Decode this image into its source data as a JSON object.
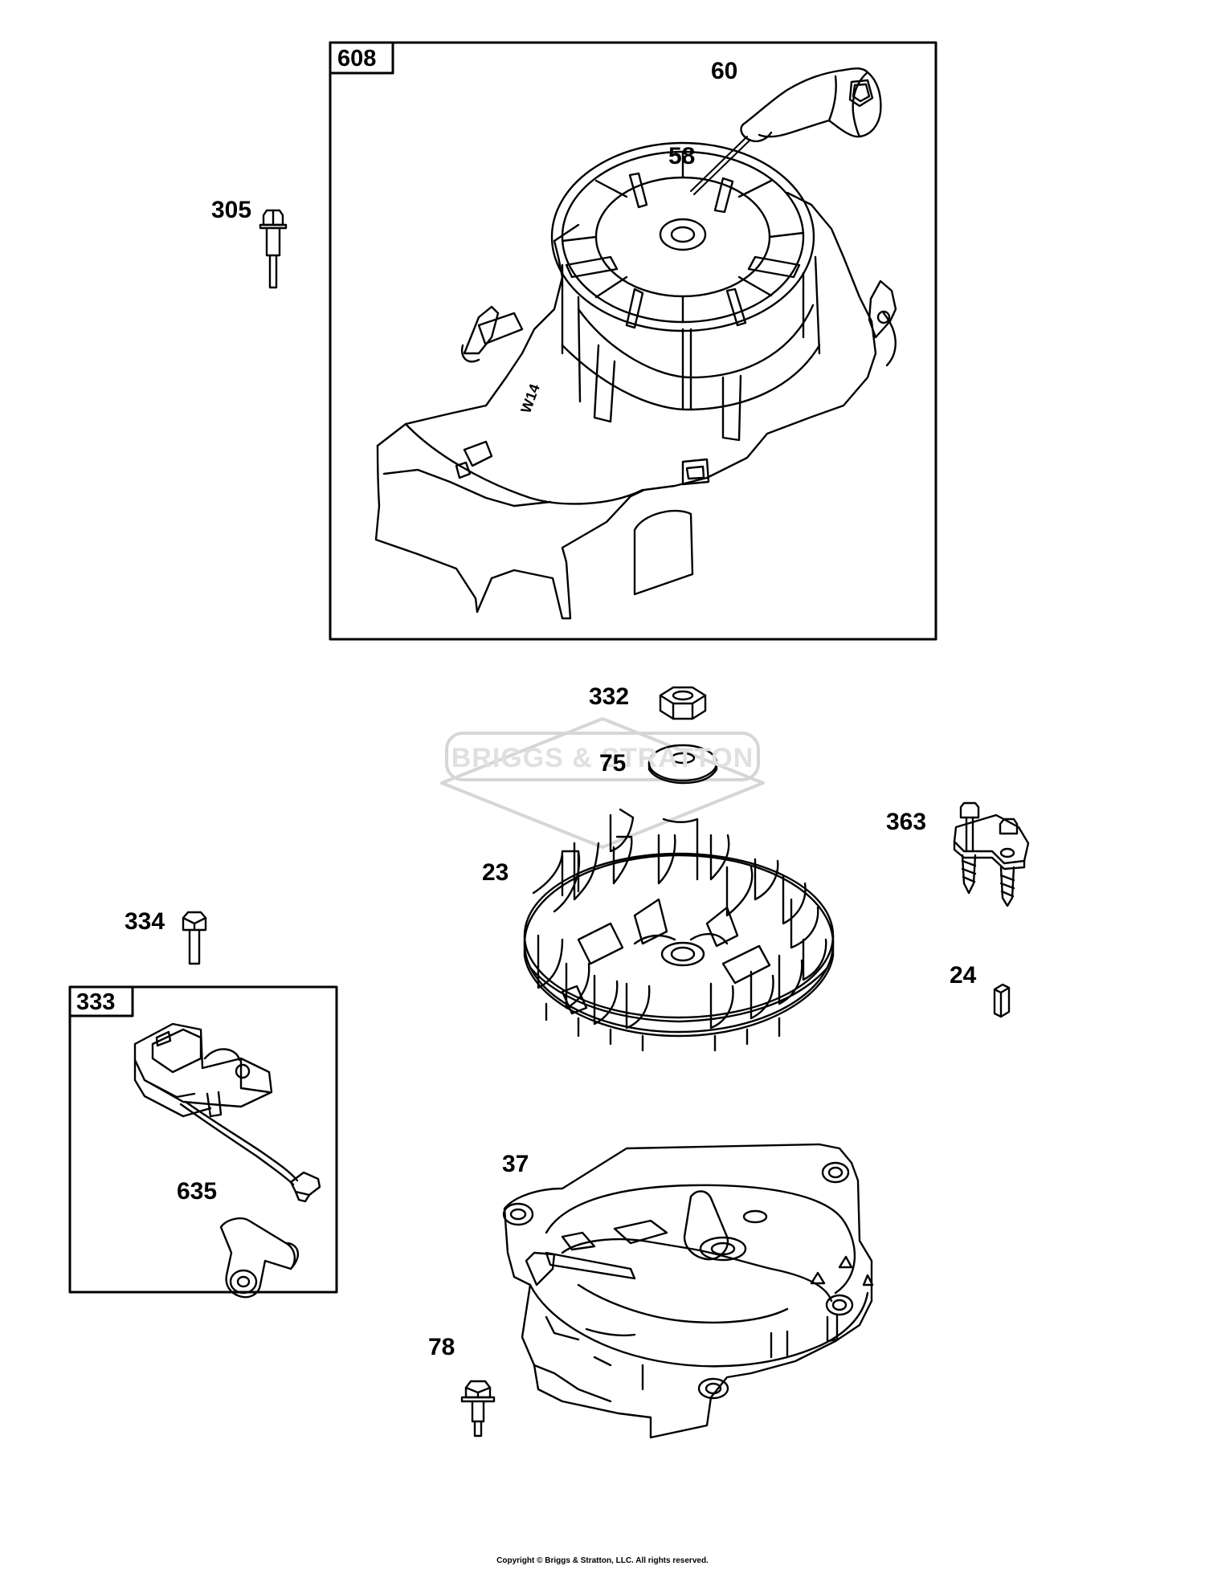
{
  "boxes": [
    {
      "id": "608",
      "label": "608"
    },
    {
      "id": "333",
      "label": "333"
    }
  ],
  "callouts": {
    "p60": "60",
    "p58": "58",
    "p305": "305",
    "p332": "332",
    "p75": "75",
    "p363": "363",
    "p23": "23",
    "p334": "334",
    "p24": "24",
    "p37": "37",
    "p635": "635",
    "p78": "78"
  },
  "housing_marking": "W14",
  "watermark": "BRIGGS & STRATTON",
  "copyright": "Copyright © Briggs & Stratton, LLC. All rights reserved.",
  "colors": {
    "line": "#000000",
    "watermark": "#d9d9d9",
    "background": "#ffffff"
  },
  "icons": [
    "recoil-starter",
    "starter-handle",
    "rope",
    "bolt",
    "nut",
    "washer",
    "flywheel",
    "ignition-armature",
    "spark-plug-boot",
    "blower-housing",
    "ground-wire-bracket",
    "flywheel-key"
  ]
}
